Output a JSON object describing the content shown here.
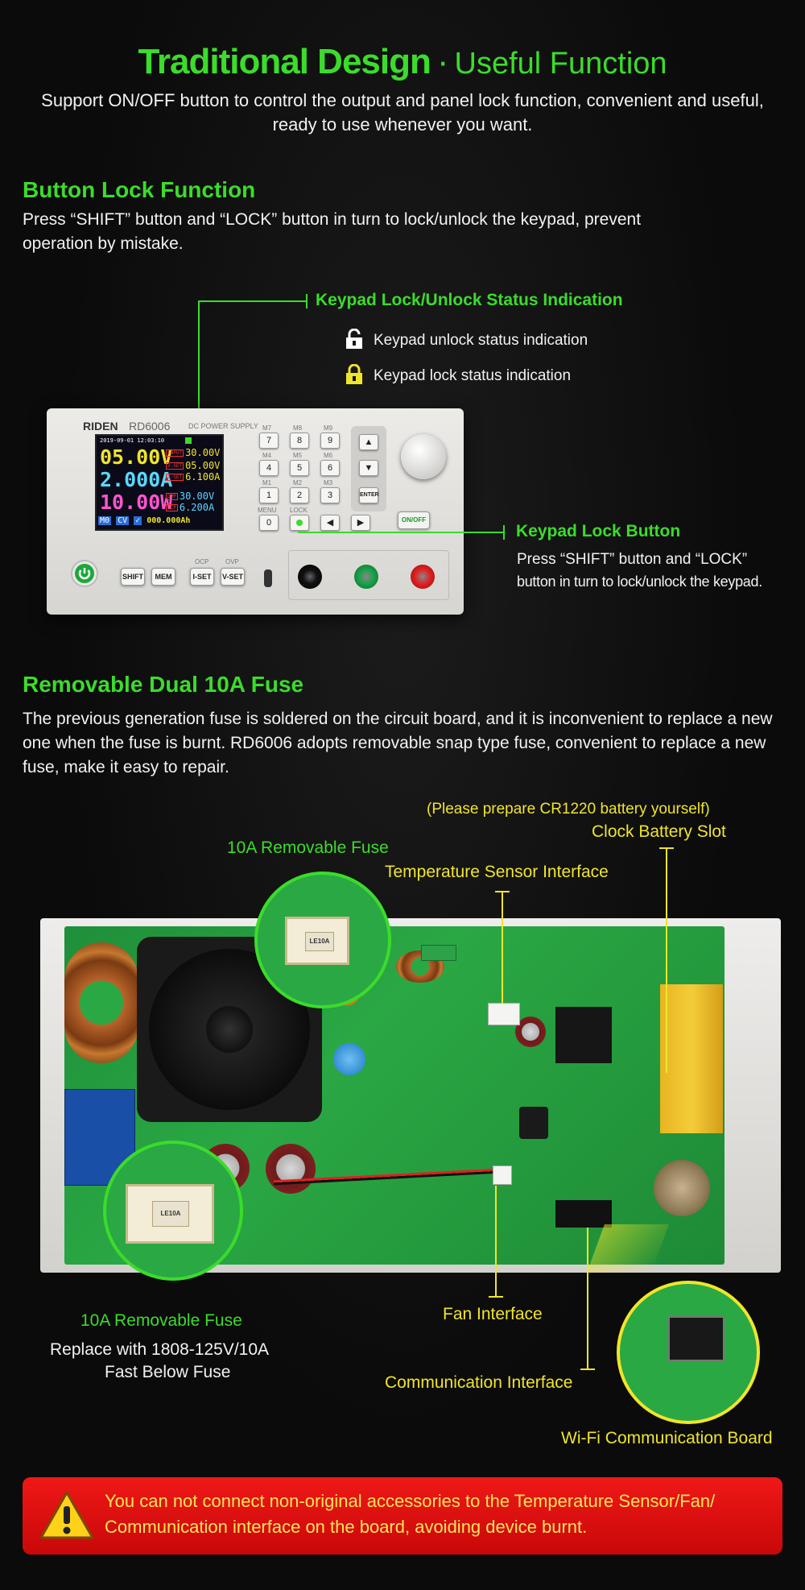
{
  "header": {
    "title_main": "Traditional Design",
    "title_sep": "·",
    "title_sub": "Useful Function",
    "description": "Support ON/OFF button to control the output and panel lock function, convenient and useful, ready to use whenever you want."
  },
  "button_lock": {
    "title": "Button Lock Function",
    "description": "Press “SHIFT” button and “LOCK” button in turn to lock/unlock the keypad, prevent operation by mistake.",
    "status_label": "Keypad Lock/Unlock Status Indication",
    "unlock_text": "Keypad unlock status indication",
    "lock_text": "Keypad lock status indication",
    "lock_button_label": "Keypad Lock Button",
    "lock_button_desc_1": "Press “SHIFT” button and “LOCK”",
    "lock_button_desc_2": "button in turn to lock/unlock the keypad."
  },
  "device": {
    "brand": "RIDEN",
    "model": "RD6006",
    "model_sub": "DC POWER SUPPLY",
    "lcd": {
      "datetime": "2019-09-01 12:03:10",
      "voltage": "05.00V",
      "current": "2.000A",
      "power": "10.00W",
      "input_tag": "INPUT",
      "input_value": "30.00V",
      "vset_tag": "V-SET",
      "vset_value": "05.00V",
      "iset_tag": "I-SET",
      "iset_value": "6.100A",
      "ovp_tag": "OVP",
      "ovp_value": "30.00V",
      "ocp_tag": "OCP",
      "ocp_value": "6.200A",
      "mem": "M0",
      "mode": "CV",
      "capacity": "000.000Ah"
    },
    "keys": [
      "7",
      "8",
      "9",
      "4",
      "5",
      "6",
      "1",
      "2",
      "3",
      "0"
    ],
    "key_labels": [
      "M7",
      "M8",
      "M9",
      "M4",
      "M5",
      "M6",
      "M1",
      "M2",
      "M3",
      "MENU",
      "LOCK"
    ],
    "enter": "ENTER",
    "onoff": "ON/OFF",
    "bottom_buttons": [
      "SHIFT",
      "MEM",
      "I-SET",
      "V-SET"
    ],
    "ocp_label": "OCP",
    "ovp_label": "OVP"
  },
  "fuse_section": {
    "title": "Removable Dual 10A Fuse",
    "description": "The previous generation fuse is soldered on the circuit board, and it is inconvenient to replace a new one when the fuse is burnt. RD6006 adopts removable snap type fuse, convenient to replace a new fuse, make it easy to repair."
  },
  "pcb_labels": {
    "battery_note": "(Please prepare CR1220 battery yourself)",
    "battery_slot": "Clock Battery Slot",
    "fuse_top": "10A Removable Fuse",
    "temp_sensor": "Temperature Sensor Interface",
    "fuse_bottom": "10A Removable Fuse",
    "fuse_replace_1": "Replace with 1808-125V/10A",
    "fuse_replace_2": "Fast Below Fuse",
    "fan": "Fan Interface",
    "comm": "Communication Interface",
    "wifi": "Wi-Fi Communication Board",
    "fuse_marking": "LE10A"
  },
  "warning": {
    "text_1": "You can not connect non-original accessories to the Temperature Sensor/Fan/",
    "text_2": "Communication interface on the board, avoiding device burnt."
  },
  "colors": {
    "accent_green": "#3bdc2b",
    "accent_yellow": "#f0e52a",
    "warning_red": "#e01010"
  }
}
